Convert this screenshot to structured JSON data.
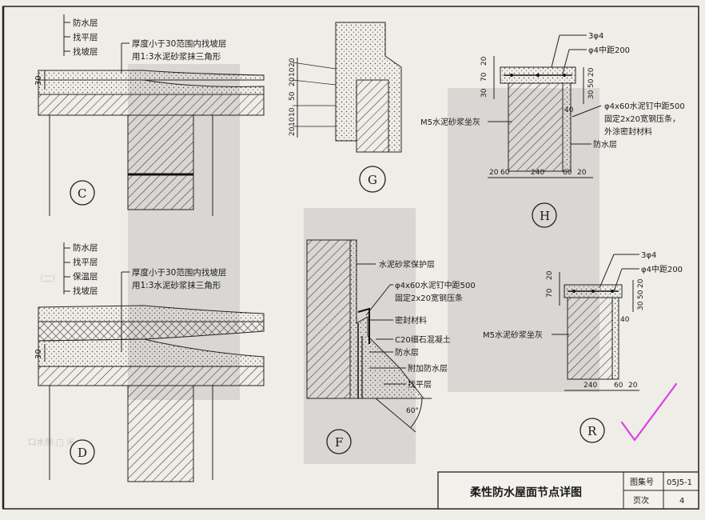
{
  "colors": {
    "paper": "#efede8",
    "ink": "#1a1a1a",
    "check": "#e040e0"
  },
  "detail_c": {
    "id": "C",
    "layers": [
      "防水层",
      "找平层",
      "找坡层"
    ],
    "note_1": "厚度小于30范围内找坡层",
    "note_2": "用1:3水泥砂浆抹三角形",
    "dim": "30"
  },
  "detail_d": {
    "id": "D",
    "layers": [
      "防水层",
      "找平层",
      "保温层",
      "找坡层"
    ],
    "note_1": "厚度小于30范围内找坡层",
    "note_2": "用1:3水泥砂浆抹三角形",
    "dim": "30"
  },
  "detail_g": {
    "id": "G",
    "dims": [
      "20",
      "10",
      "20",
      "50",
      "10",
      "10",
      "20"
    ]
  },
  "detail_h": {
    "id": "H",
    "rebar": "3φ4",
    "stirrup": "φ4中距200",
    "nail_1": "φ4x60水泥钉中距500",
    "nail_2": "固定2x20宽钢压条，",
    "nail_3": "外涂密封材料",
    "mortar": "M5水泥砂浆坐灰",
    "waterproof": "防水层",
    "dims_left": [
      "30",
      "70",
      "20"
    ],
    "dims_right": [
      "30",
      "50",
      "20"
    ],
    "dim_40": "40",
    "dims_bottom": [
      "20",
      "60",
      "240",
      "60",
      "20"
    ]
  },
  "detail_f": {
    "id": "F",
    "labels": [
      "水泥砂浆保护层",
      "φ4x60水泥钉中距500",
      "固定2x20宽钢压条",
      "密封材料",
      "C20细石混凝土",
      "防水层",
      "附加防水层",
      "找平层"
    ],
    "angle": "60°"
  },
  "detail_r": {
    "id": "R",
    "rebar": "3φ4",
    "stirrup": "φ4中距200",
    "mortar": "M5水泥砂浆坐灰",
    "dims_left": [
      "70",
      "20"
    ],
    "dims_right": [
      "30",
      "50",
      "20"
    ],
    "dim_40": "40",
    "dims_bottom": [
      "240",
      "60",
      "20"
    ]
  },
  "title_block": {
    "title": "柔性防水屋面节点详图",
    "atlas_label": "图集号",
    "atlas_value": "05J5-1",
    "page_label": "页次",
    "page_value": "4"
  },
  "background": {
    "ghost_1": "（二）",
    "ghost_2": "口水侧 □ 米"
  }
}
